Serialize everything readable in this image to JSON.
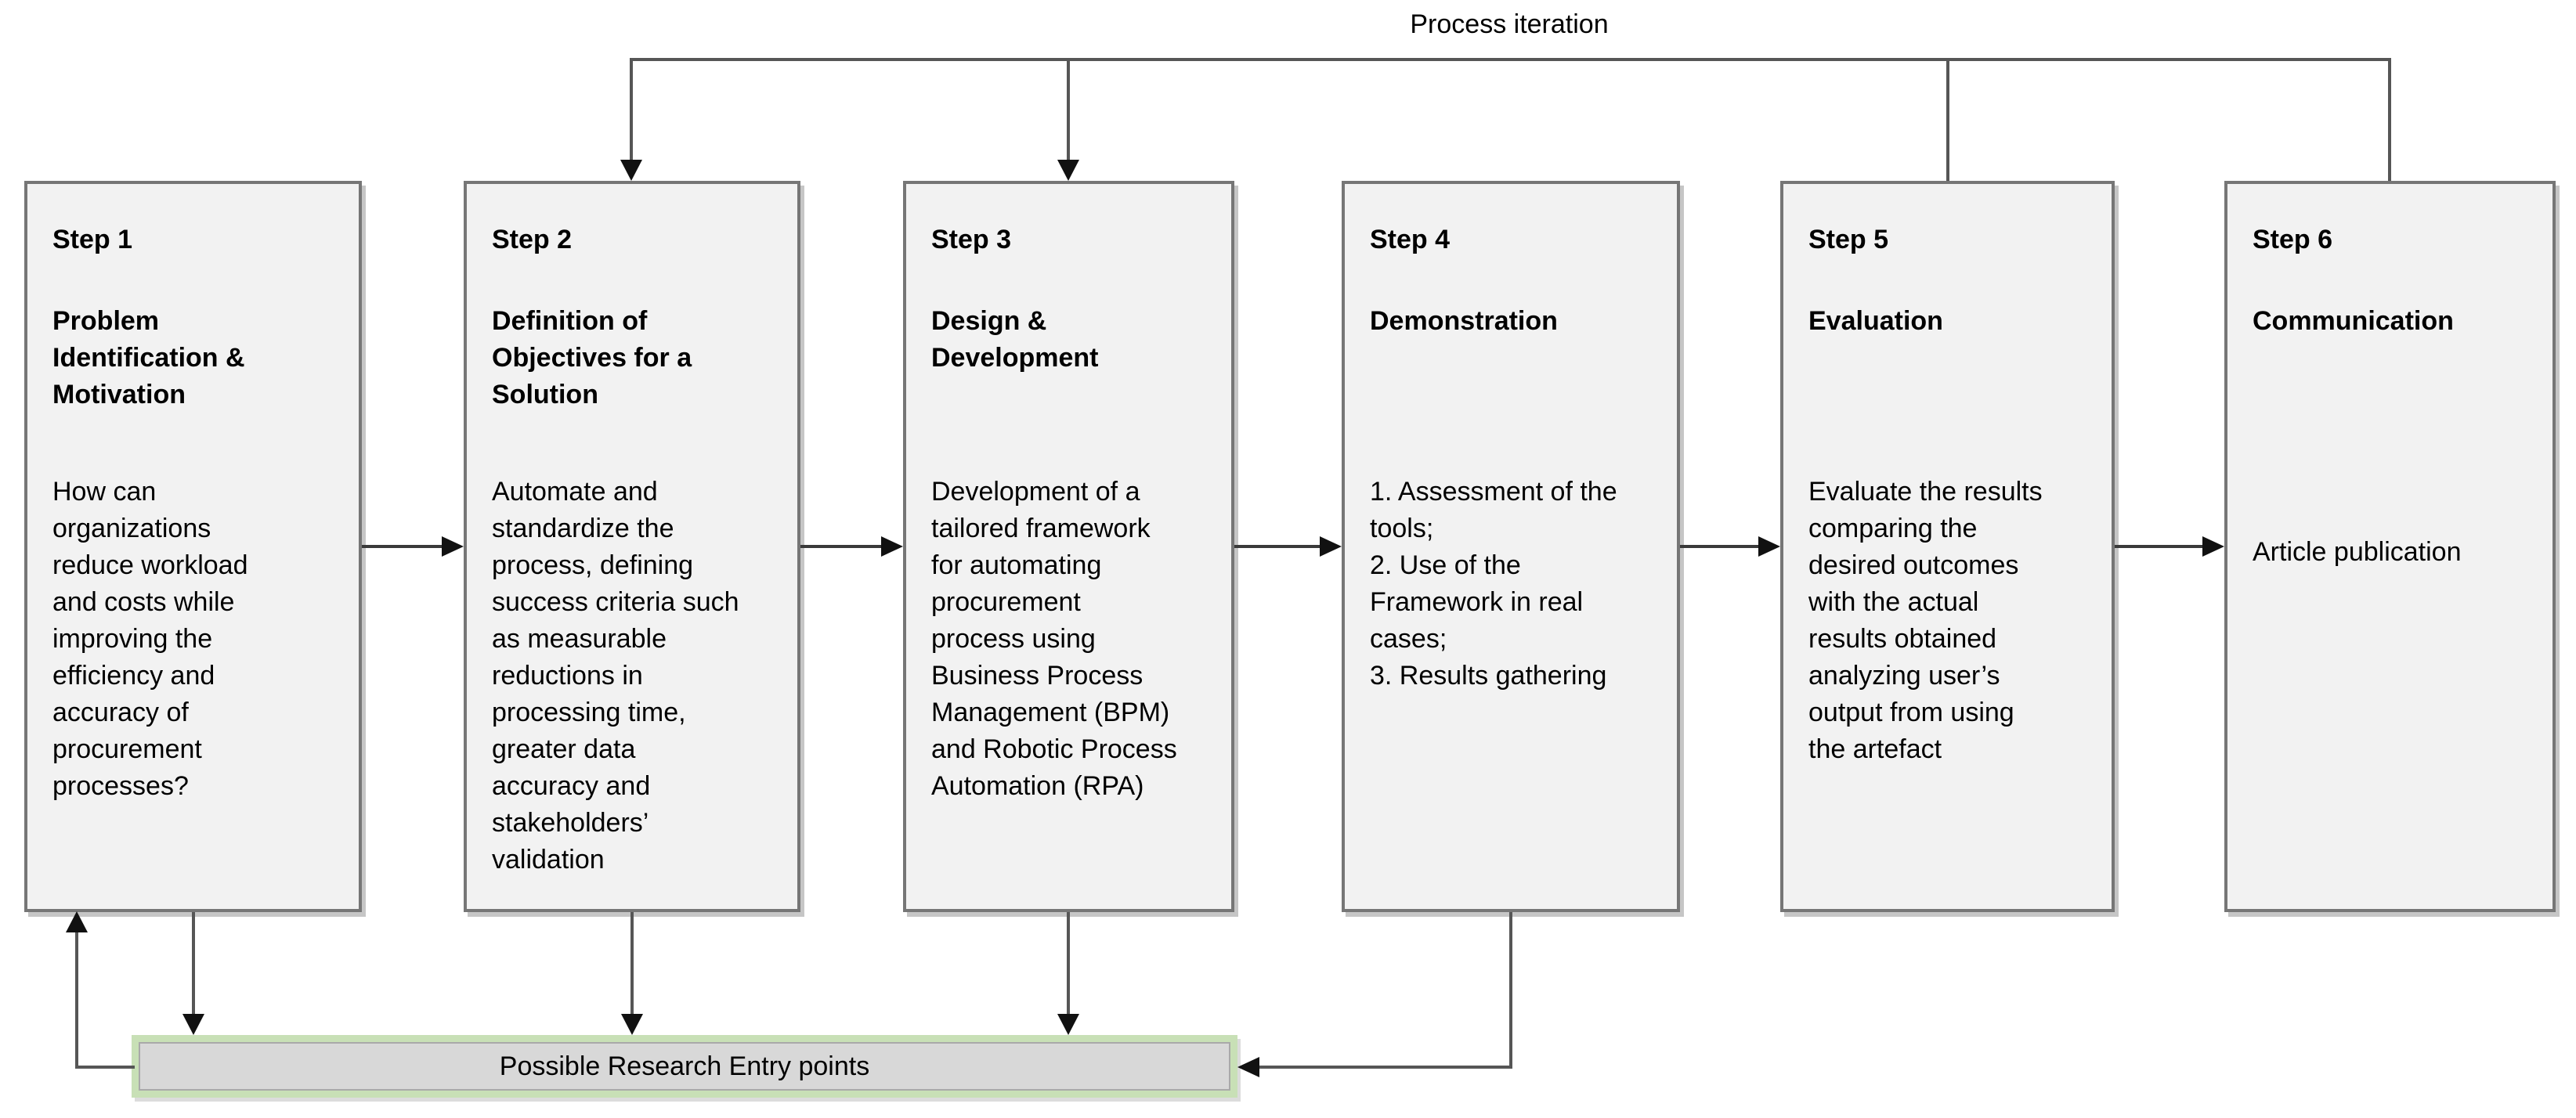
{
  "diagram": {
    "iteration_label": "Process iteration",
    "entry_box": {
      "label": "Possible Research Entry points"
    },
    "steps": [
      {
        "step_label": "Step 1",
        "title": "Problem\nIdentification &\nMotivation",
        "body": "How can\norganizations\nreduce workload\nand costs while\nimproving the\nefficiency and\naccuracy of\nprocurement\nprocesses?"
      },
      {
        "step_label": "Step 2",
        "title": "Definition of\nObjectives for a\nSolution",
        "body": "Automate and\nstandardize the\nprocess, defining\nsuccess criteria such\nas measurable\nreductions in\nprocessing time,\ngreater data\naccuracy and\nstakeholders’\nvalidation"
      },
      {
        "step_label": "Step 3",
        "title": "Design &\nDevelopment",
        "body": "Development of a\ntailored framework\nfor automating\nprocurement\nprocess using\nBusiness Process\nManagement (BPM)\nand Robotic Process\nAutomation (RPA)"
      },
      {
        "step_label": "Step 4",
        "title": "Demonstration",
        "body": "1. Assessment of the\ntools;\n2. Use of the\nFramework in real\ncases;\n3. Results gathering"
      },
      {
        "step_label": "Step 5",
        "title": "Evaluation",
        "body": "Evaluate the results\ncomparing the\ndesired outcomes\nwith the actual\nresults obtained\nanalyzing user’s\noutput from using\nthe artefact"
      },
      {
        "step_label": "Step 6",
        "title": "Communication",
        "body": "Article publication"
      }
    ],
    "colors": {
      "box_fill": "#f2f2f2",
      "box_border": "#767676",
      "box_shadow": "#c6c6c6",
      "entry_fill": "#d8d8d8",
      "entry_border": "#c8e0b6",
      "entry_inner_border": "#a9a9a9",
      "line": "#565656",
      "dark_line": "#3a3a3a",
      "arrowhead": "#111111",
      "text": "#000000",
      "background": "#ffffff"
    }
  }
}
